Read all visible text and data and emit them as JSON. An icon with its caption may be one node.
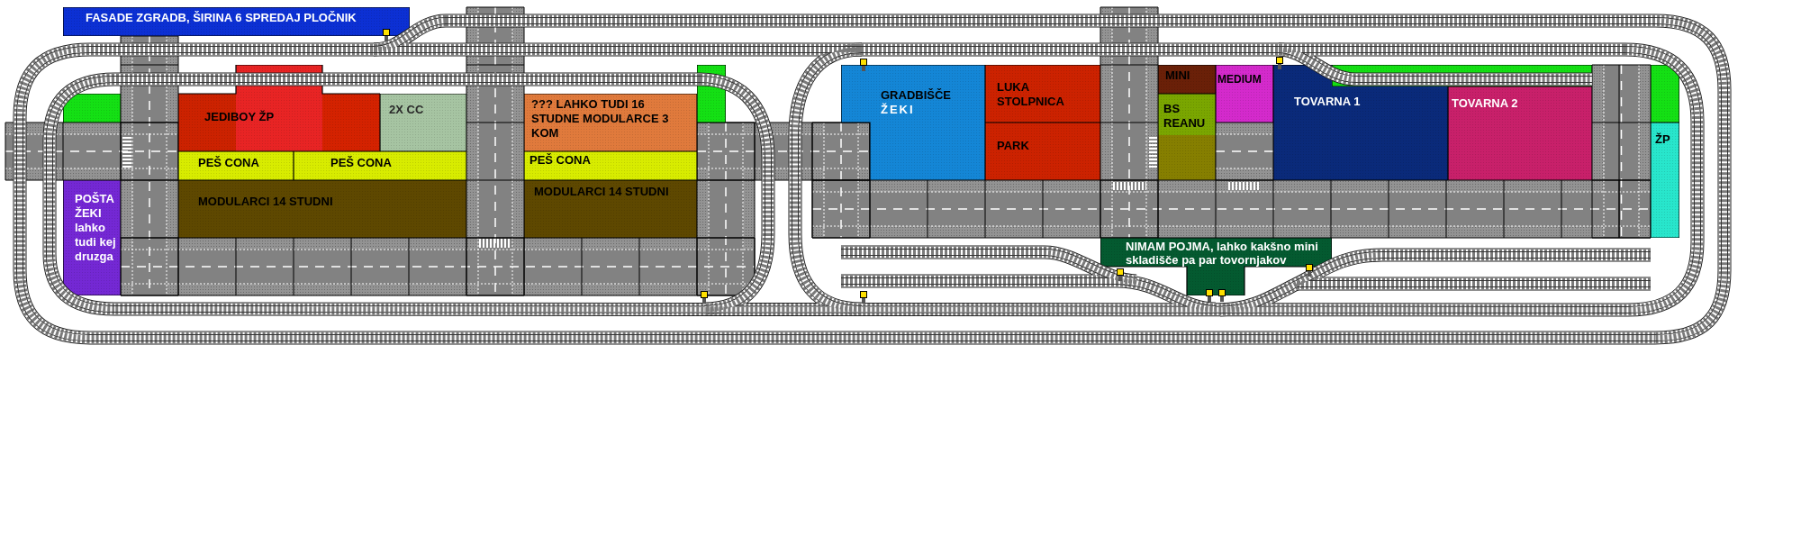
{
  "diagram": {
    "nodes": [
      {
        "text": [
          "FASADE ZGRADB, ŠIRINA 6 SPREDAJ PLOČNIK"
        ]
      },
      {
        "text": [],
        "shape": "box"
      },
      {
        "text": [
          "JEDIBOY ŽP"
        ]
      },
      {
        "text": [
          "2X CC"
        ]
      },
      {
        "text": [
          "??? LAHKO TUDI 16 STUDNE MODULARCE 3 KOM"
        ]
      },
      {
        "text": [],
        "shape": "box"
      },
      {
        "text": [
          "GRADBIŠČE",
          "ŽEKI"
        ]
      },
      {
        "text": [
          "LUKA STOLPNICA"
        ]
      },
      {
        "text": [
          "MINI"
        ]
      },
      {
        "text": [
          "MEDIUM"
        ]
      },
      {
        "text": [
          "TOVARNA 1"
        ]
      },
      {
        "text": [],
        "shape": "box"
      },
      {
        "text": [
          "TOVARNA 2"
        ]
      },
      {
        "text": [],
        "shape": "box"
      },
      {
        "text": [
          "BS REANU"
        ]
      },
      {
        "text": [
          "PARK"
        ]
      },
      {
        "text": [
          "ŽP"
        ]
      },
      {
        "text": [
          "PEŠ CONA"
        ]
      },
      {
        "text": [
          "PEŠ CONA"
        ]
      },
      {
        "text": [
          "PEŠ CONA"
        ]
      },
      {
        "text": [
          "POŠTA ŽEKI lahko tudi kej druzga"
        ]
      },
      {
        "text": [
          "MODULARCI 14 STUDNI"
        ]
      },
      {
        "text": [
          "MODULARCI 14 STUDNI"
        ]
      },
      {
        "text": [
          "NIMAM POJMA, lahko kakšno mini skladišče pa par tovornjakov"
        ]
      }
    ]
  }
}
